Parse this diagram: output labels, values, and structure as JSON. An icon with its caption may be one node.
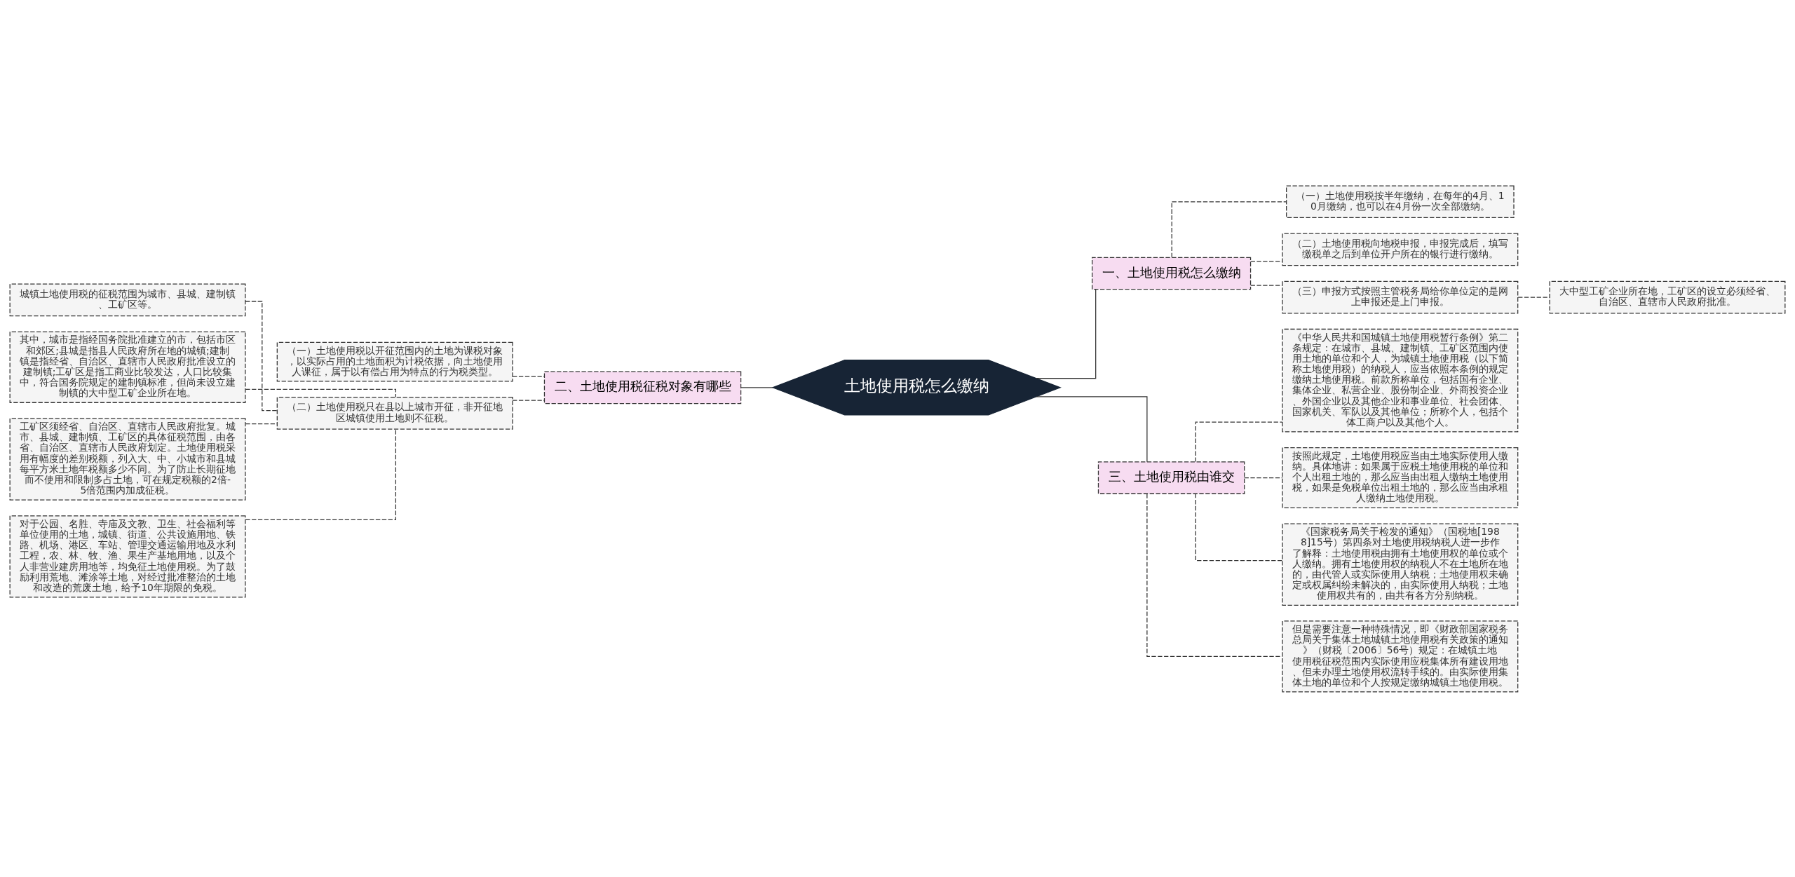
{
  "diagram": {
    "nodes": [
      {
        "text": [
          "土地使用税怎么缴纳"
        ]
      },
      {
        "text": [
          "一、土地使用税怎么缴纳"
        ]
      },
      {
        "text": [
          "（一）土地使用税按半年缴纳，在每年的4月、10月缴纳，也可以在4月份一次全部缴纳。"
        ]
      },
      {
        "text": [
          "（二）土地使用税向地税申报，申报完成后，填写缴税单之后到单位开户所在的银行进行缴纳。"
        ]
      },
      {
        "text": [
          "（三）申报方式按照主管税务局给你单位定的是网上申报还是上门申报。"
        ]
      },
      {
        "text": [
          "大中型工矿企业所在地，工矿区的设立必须经省、自治区、直辖市人民政府批准。"
        ]
      },
      {
        "text": [
          "二、土地使用税征税对象有哪些"
        ]
      },
      {
        "text": [
          "（一）土地使用税以开征范围内的土地为课税对象，以实际占用的土地面积为计税依据，向土地使用人课征，属于以有偿占用为特点的行为税类型。"
        ]
      },
      {
        "text": [
          "（二）土地使用税只在县以上城市开征，非开征地区城镇使用土地则不征税。"
        ]
      },
      {
        "text": [
          "城镇土地使用税的征税范围为城市、县城、建制镇、工矿区等。"
        ]
      },
      {
        "text": [
          "其中，城市是指经国务院批准建立的市，包括市区和郊区;县城是指县人民政府所在地的城镇;建制镇是指经省、自治区、直辖市人民政府批准设立的建制镇;工矿区是指工商业比较发达，人口比较集中，符合国务院规定的建制镇标准，但尚未设立建制镇的大中型工矿企业所在地。"
        ]
      },
      {
        "text": [
          "工矿区须经省、自治区、直辖市人民政府批复。城市、县城、建制镇、工矿区的具体征税范围，由各省、自治区、直辖市人民政府划定。土地使用税采用有幅度的差别税额，列入大、中、小城市和县城每平方米土地年税额多少不同。为了防止长期征地而不使用和限制多占土地，可在规定税额的2倍-5倍范围内加成征税。"
        ]
      },
      {
        "text": [
          "对于公园、名胜、寺庙及文教、卫生、社会福利等单位使用的土地，城镇、街道、公共设施用地、铁路、机场、港区、车站、管理交通运输用地及水利工程，农、林、牧、渔、果生产基地用地，以及个人非营业建房用地等，均免征土地使用税。为了鼓励利用荒地、滩涂等土地，对经过批准整治的土地和改造的荒废土地，给予10年期限的免税。"
        ]
      },
      {
        "text": [
          "三、土地使用税由谁交"
        ]
      },
      {
        "text": [
          "《中华人民共和国城镇土地使用税暂行条例》第二条规定：在城市、县城、建制镇、工矿区范围内使用土地的单位和个人，为城镇土地使用税（以下简称土地使用税）的纳税人，应当依照本条例的规定缴纳土地使用税。前款所称单位，包括国有企业、集体企业、私营企业、股份制企业、外商投资企业、外国企业以及其他企业和事业单位、社会团体、国家机关、军队以及其他单位；所称个人，包括个体工商户以及其他个人。"
        ]
      },
      {
        "text": [
          "按照此规定，土地使用税应当由土地实际使用人缴纳。具体地讲：如果属于应税土地使用税的单位和个人出租土地的，那么应当由出租人缴纳土地使用税，如果是免税单位出租土地的，那么应当由承租人缴纳土地使用税。"
        ]
      },
      {
        "text": [
          "《国家税务局关于检发的通知》（国税地[1988]15号）第四条对土地使用税纳税人进一步作了解释：土地使用税由拥有土地使用权的单位或个人缴纳。拥有土地使用权的纳税人不在土地所在地的，由代管人或实际使用人纳税；土地使用权未确定或权属纠纷未解决的，由实际使用人纳税；土地使用权共有的，由共有各方分别纳税。"
        ]
      },
      {
        "text": [
          "但是需要注意一种特殊情况，即《财政部国家税务总局关于集体土地城镇土地使用税有关政策的通知》（财税〔2006〕56号）规定：在城镇土地使用税征税范围内实际使用应税集体所有建设用地、但未办理土地使用权流转手续的。由实际使用集体土地的单位和个人按规定缴纳城镇土地使用税。"
        ]
      }
    ],
    "edges": [
      {
        "from": 0,
        "to": 1,
        "arrow": "none"
      },
      {
        "from": 1,
        "to": 2,
        "arrow": "none",
        "style": "dashed"
      },
      {
        "from": 1,
        "to": 3,
        "arrow": "none",
        "style": "dashed"
      },
      {
        "from": 1,
        "to": 4,
        "arrow": "none",
        "style": "dashed"
      },
      {
        "from": 4,
        "to": 5,
        "arrow": "none",
        "style": "dashed"
      },
      {
        "from": 0,
        "to": 6,
        "arrow": "none"
      },
      {
        "from": 6,
        "to": 7,
        "arrow": "none",
        "style": "dashed"
      },
      {
        "from": 6,
        "to": 8,
        "arrow": "none",
        "style": "dashed"
      },
      {
        "from": 8,
        "to": 9,
        "arrow": "none",
        "style": "dashed"
      },
      {
        "from": 8,
        "to": 10,
        "arrow": "none",
        "style": "dashed"
      },
      {
        "from": 8,
        "to": 11,
        "arrow": "none",
        "style": "dashed"
      },
      {
        "from": 8,
        "to": 12,
        "arrow": "none",
        "style": "dashed"
      },
      {
        "from": 0,
        "to": 13,
        "arrow": "none"
      },
      {
        "from": 13,
        "to": 14,
        "arrow": "none",
        "style": "dashed"
      },
      {
        "from": 13,
        "to": 15,
        "arrow": "none",
        "style": "dashed"
      },
      {
        "from": 13,
        "to": 16,
        "arrow": "none",
        "style": "dashed"
      },
      {
        "from": 13,
        "to": 17,
        "arrow": "none",
        "style": "dashed"
      }
    ]
  }
}
